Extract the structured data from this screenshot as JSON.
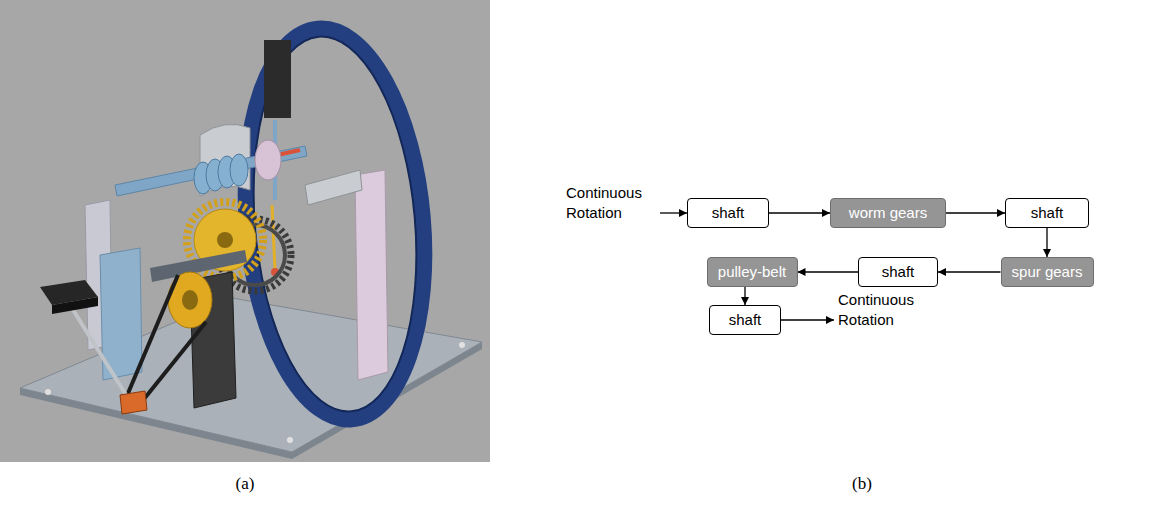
{
  "diagram": {
    "nodes": [
      {
        "text": [
          "shaft"
        ]
      },
      {
        "text": [
          "worm gears"
        ]
      },
      {
        "text": [
          "shaft"
        ]
      },
      {
        "text": [
          "spur gears"
        ]
      },
      {
        "text": [
          "shaft"
        ]
      },
      {
        "text": [
          "pulley-belt"
        ]
      },
      {
        "text": [
          "shaft"
        ]
      }
    ],
    "edges": [
      {
        "from": 0,
        "to": 1,
        "arrow": "to"
      },
      {
        "from": 1,
        "to": 2,
        "arrow": "to"
      },
      {
        "from": 2,
        "to": 3,
        "arrow": "to"
      },
      {
        "from": 3,
        "to": 4,
        "arrow": "to"
      },
      {
        "from": 4,
        "to": 5,
        "arrow": "to"
      },
      {
        "from": 5,
        "to": 6,
        "arrow": "to"
      }
    ],
    "labels": [
      "Continuous Rotation",
      "Continuous Rotation",
      "(a)",
      "(b)"
    ]
  }
}
